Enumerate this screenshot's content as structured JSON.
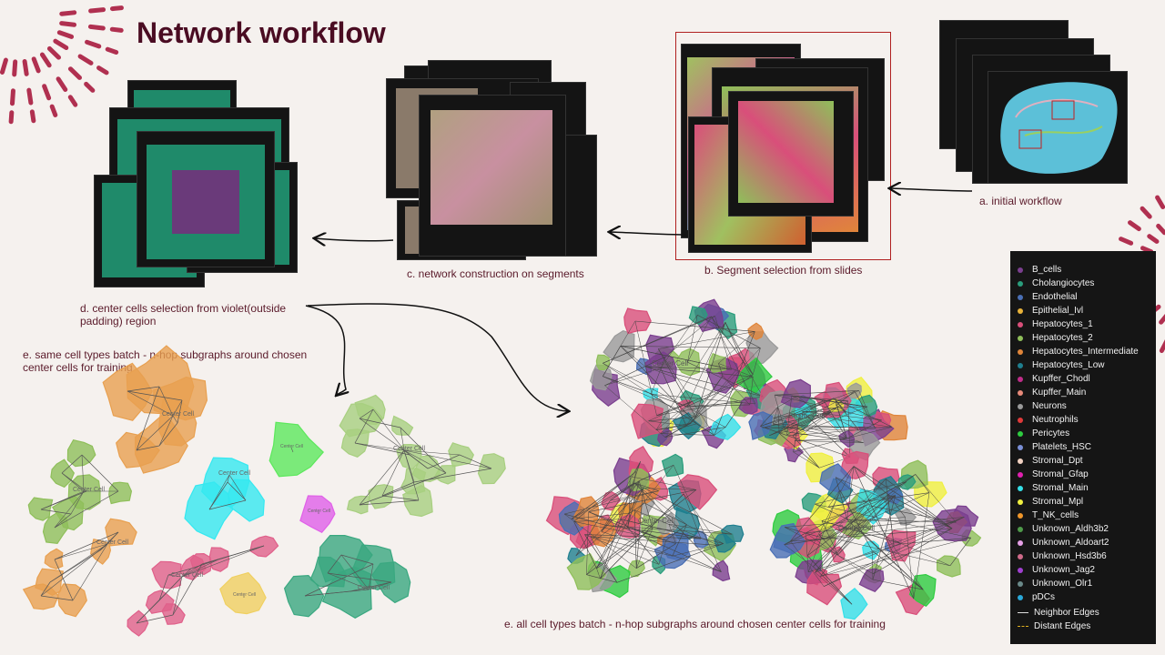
{
  "title": "Network workflow",
  "steps": {
    "a": "a.    initial workflow",
    "b": "b. Segment selection from slides",
    "c": "c. network construction on segments",
    "d": "d. center cells selection from violet(outside padding) region",
    "e_same": "e. same cell types batch - n-hop subgraphs around chosen center cells for training",
    "e_all": "e. all cell types batch - n-hop subgraphs around chosen center cells for training"
  },
  "center_label": "Center Cell",
  "legend": {
    "items": [
      {
        "label": "B_cells",
        "color": "#7b3f8f"
      },
      {
        "label": "Cholangiocytes",
        "color": "#2a9d7c"
      },
      {
        "label": "Endothelial",
        "color": "#4a6fb5"
      },
      {
        "label": "Epithelial_Ivl",
        "color": "#e8b23a"
      },
      {
        "label": "Hepatocytes_1",
        "color": "#d94f7a"
      },
      {
        "label": "Hepatocytes_2",
        "color": "#8fbf5a"
      },
      {
        "label": "Hepatocytes_Intermediate",
        "color": "#e0853a"
      },
      {
        "label": "Hepatocytes_Low",
        "color": "#1f7f8f"
      },
      {
        "label": "Kupffer_Chodl",
        "color": "#c02d8a"
      },
      {
        "label": "Kupffer_Main",
        "color": "#e88a7a"
      },
      {
        "label": "Neurons",
        "color": "#9a9a9a"
      },
      {
        "label": "Neutrophils",
        "color": "#e03a3a"
      },
      {
        "label": "Pericytes",
        "color": "#2ecc40"
      },
      {
        "label": "Platelets_HSC",
        "color": "#7a8fd6"
      },
      {
        "label": "Stromal_Dpt",
        "color": "#f2d2c2"
      },
      {
        "label": "Stromal_Gfap",
        "color": "#e020b0"
      },
      {
        "label": "Stromal_Main",
        "color": "#35e0e8"
      },
      {
        "label": "Stromal_Mpl",
        "color": "#f0f040"
      },
      {
        "label": "T_NK_cells",
        "color": "#f0962a"
      },
      {
        "label": "Unknown_Aldh3b2",
        "color": "#4f9a4a"
      },
      {
        "label": "Unknown_Aldoart2",
        "color": "#e6a0e6"
      },
      {
        "label": "Unknown_Hsd3b6",
        "color": "#d06a8a"
      },
      {
        "label": "Unknown_Jag2",
        "color": "#a040d0"
      },
      {
        "label": "Unknown_Olr1",
        "color": "#6a8a8a"
      },
      {
        "label": "pDCs",
        "color": "#2aa8d8"
      }
    ],
    "edges": [
      {
        "label": "Neighbor Edges",
        "style": "solid"
      },
      {
        "label": "Distant Edges",
        "style": "dashed"
      }
    ]
  },
  "colors": {
    "title": "#4a0c22",
    "caption": "#5a1a2a",
    "accent_frame": "#b02020",
    "decor": "#b03050"
  }
}
